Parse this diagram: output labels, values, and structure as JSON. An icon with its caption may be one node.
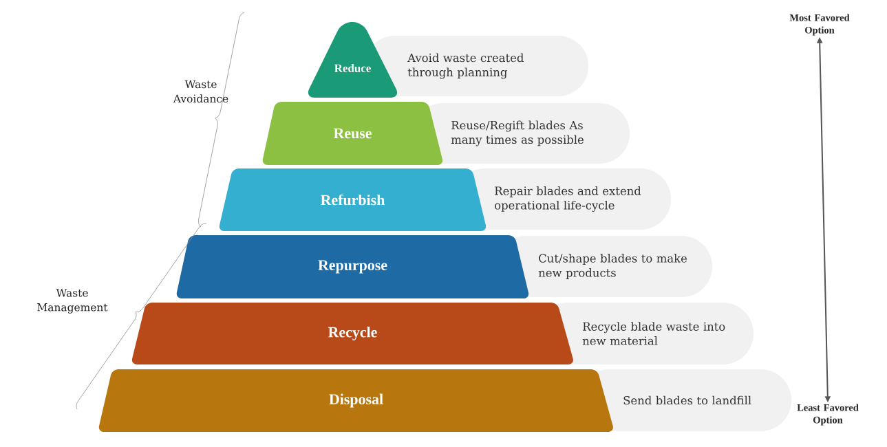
{
  "diagram": {
    "nodes": [
      {
        "text": [
          "Reduce"
        ]
      },
      {
        "text": [
          "Avoid waste created through planning"
        ]
      },
      {
        "text": [
          "Reuse"
        ]
      },
      {
        "text": [
          "Reuse/Regift blades As many times as possible"
        ]
      },
      {
        "text": [
          "Refurbish"
        ]
      },
      {
        "text": [
          "Repair blades and extend operational life-cycle"
        ]
      },
      {
        "text": [
          "Repurpose"
        ]
      },
      {
        "text": [
          "Cut/shape blades to make new products"
        ]
      },
      {
        "text": [
          "Recycle"
        ]
      },
      {
        "text": [
          "Recycle blade waste into new material"
        ]
      },
      {
        "text": [
          "Disposal"
        ]
      },
      {
        "text": [
          "Send blades to landfill"
        ]
      },
      {
        "text": [
          "Most Favored Option"
        ]
      },
      {
        "text": [
          "Least Favored Option"
        ]
      }
    ],
    "edges": [
      {
        "from": 12,
        "to": 13,
        "arrow": "both"
      }
    ],
    "labels": [
      "Waste Avoidance",
      "Waste Management"
    ]
  }
}
